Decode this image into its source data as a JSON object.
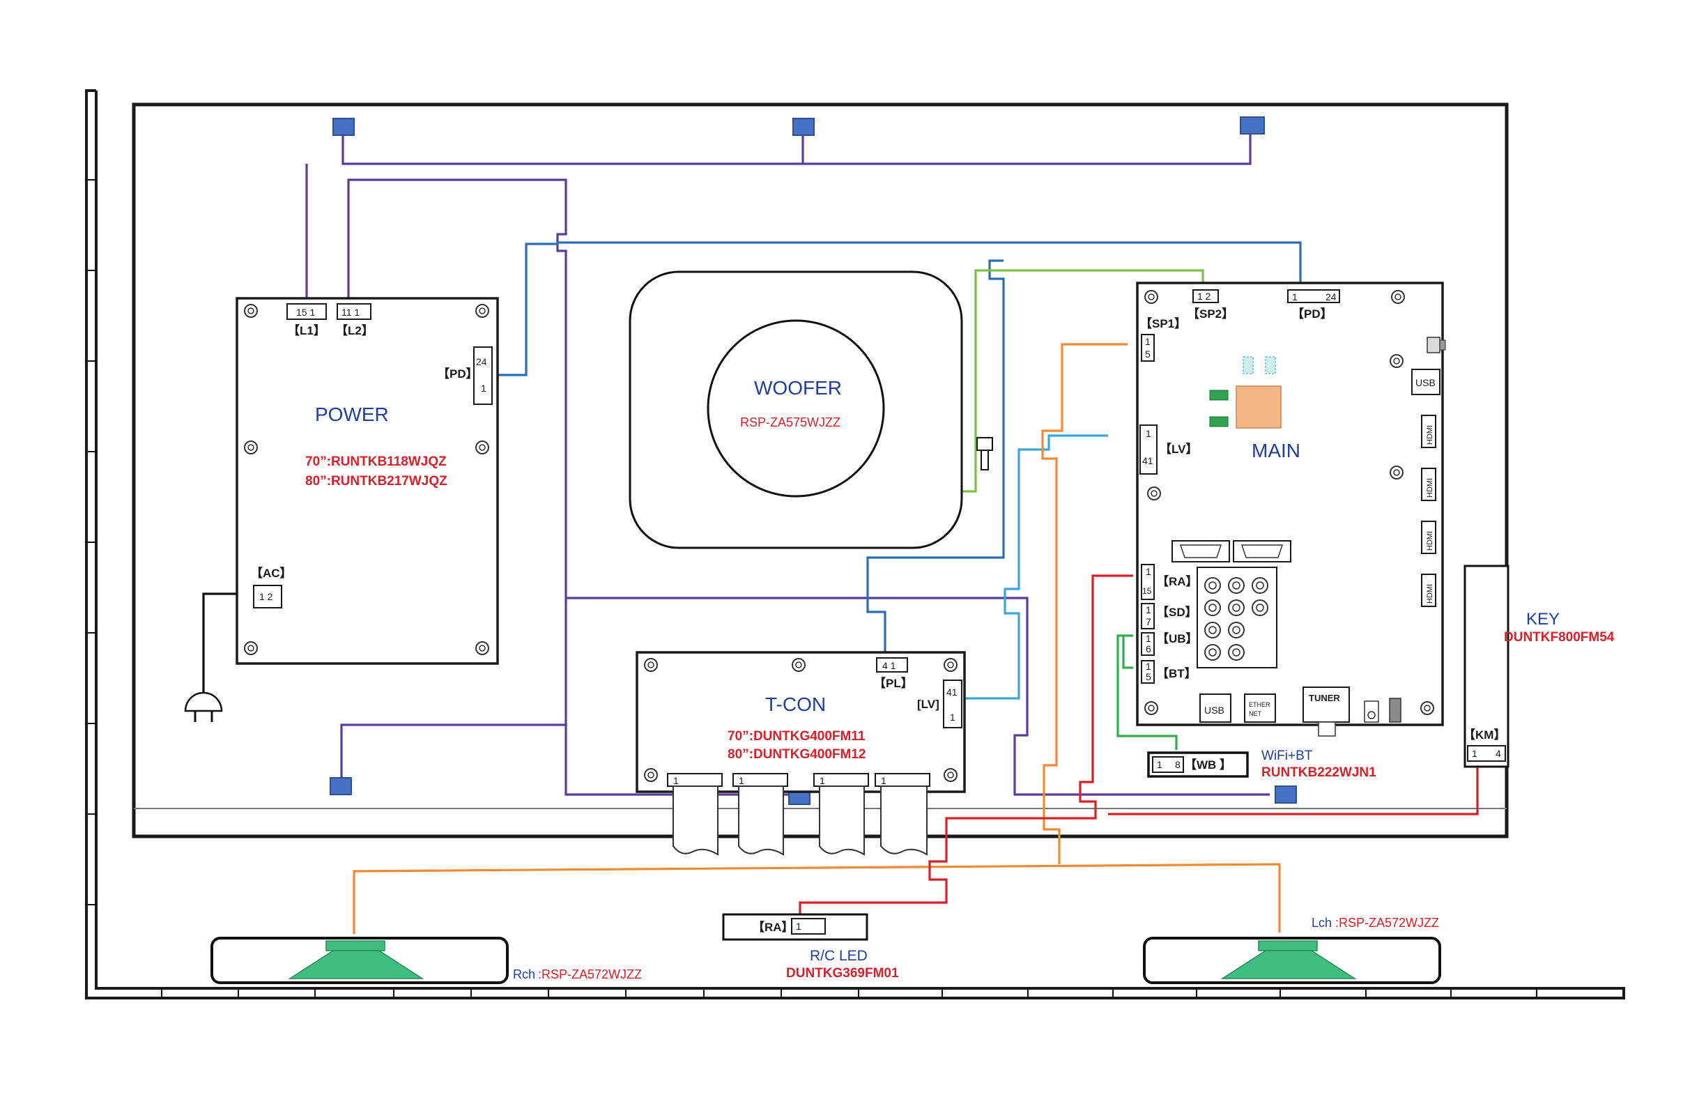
{
  "boards": {
    "power": {
      "title": "POWER",
      "part_70": "70”:RUNTKB118WJQZ",
      "part_80": "80”:RUNTKB217WJQZ",
      "conn_l1_pins": "15   1",
      "conn_l1_label": "【L1】",
      "conn_l2_pins": "11   1",
      "conn_l2_label": "【L2】",
      "conn_pd_label": "【PD】",
      "conn_pd_top": "24",
      "conn_pd_bottom": "1",
      "conn_ac_label": "【AC】",
      "conn_ac_pins": "1 2"
    },
    "woofer": {
      "title": "WOOFER",
      "part": "RSP-ZA575WJZZ"
    },
    "tcon": {
      "title": "T-CON",
      "part_70": "70”:DUNTKG400FM11",
      "part_80": "80”:DUNTKG400FM12",
      "conn_pl_pins": "4   1",
      "conn_pl_label": "【PL】",
      "conn_lv_label": "[LV]",
      "conn_lv_top": "41",
      "conn_lv_bottom": "1",
      "flex_pin": "1"
    },
    "main": {
      "title": "MAIN",
      "conn_sp2_pins": "1  2",
      "conn_sp2_label": "【SP2】",
      "conn_pd_pins_l": "1",
      "conn_pd_pins_r": "24",
      "conn_pd_label": "【PD】",
      "conn_sp1_label": "【SP1】",
      "conn_sp1_top": "1",
      "conn_sp1_bottom": "5",
      "conn_lv_label": "【LV】",
      "conn_lv_top": "1",
      "conn_lv_bottom": "41",
      "conn_ra_label": "【RA】",
      "conn_ra_top": "1",
      "conn_ra_bottom": "15",
      "conn_sd_label": "【SD】",
      "conn_sd_top": "1",
      "conn_sd_bottom": "7",
      "conn_ub_label": "【UB】",
      "conn_ub_top": "1",
      "conn_ub_bottom": "6",
      "conn_bt_label": "【BT】",
      "conn_bt_top": "1",
      "conn_bt_bottom": "5",
      "usb_side": "USB",
      "usb_bottom": "USB",
      "ethernet_1": "ETHER",
      "ethernet_2": "NET",
      "tuner": "TUNER",
      "hdmi": [
        "HDMI",
        "HDMI",
        "HDMI",
        "HDMI"
      ]
    },
    "wifi": {
      "pins_l": "1",
      "pins_r": "8",
      "label": "【WB 】",
      "title": "WiFi+BT",
      "part": "RUNTKB222WJN1"
    },
    "key": {
      "title": "KEY",
      "part": "DUNTKF800FM54",
      "conn_label": "【KM】",
      "pins_l": "1",
      "pins_r": "4"
    },
    "rc_led": {
      "conn_label": "【RA】",
      "pin": "1",
      "title": "R/C LED",
      "part": "DUNTKG369FM01"
    },
    "speaker_r": {
      "prefix": "Rch",
      "part": ":RSP-ZA572WJZZ"
    },
    "speaker_l": {
      "prefix": "Lch",
      "part": ":RSP-ZA572WJZZ"
    }
  },
  "colors": {
    "board_title": "#1f3f9a",
    "part_number": "#d6202a",
    "wire_purple": "#5b3a9e",
    "wire_blue": "#2e6db4",
    "wire_green": "#7cc242",
    "wire_light_blue": "#3aa6d9",
    "wire_orange": "#ef8a35",
    "wire_red": "#d91f26",
    "speaker": "#3fbf7f",
    "ferrite": "#4572c4"
  }
}
